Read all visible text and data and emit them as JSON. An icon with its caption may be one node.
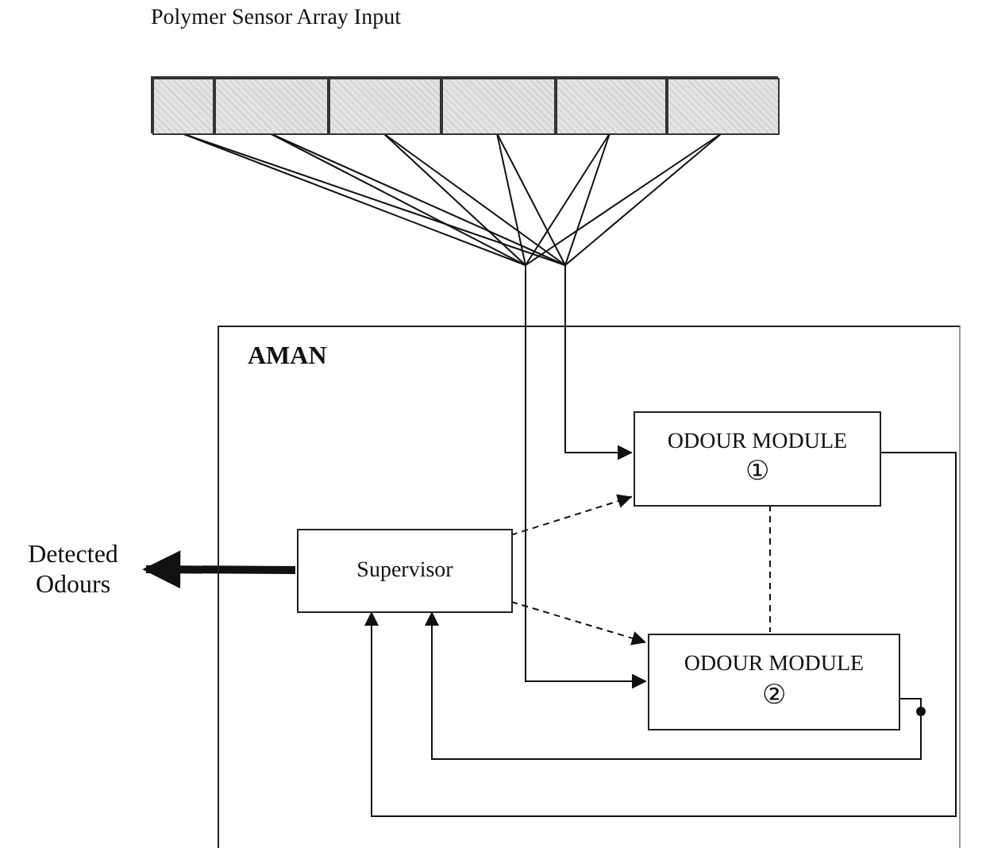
{
  "diagram": {
    "nodes": [
      {
        "text": [
          "Polymer Sensor Array Input"
        ]
      },
      {
        "text": [],
        "shape": "box",
        "in": 0
      },
      {
        "text": [],
        "shape": "box",
        "in": 0
      },
      {
        "text": [],
        "shape": "box",
        "in": 0
      },
      {
        "text": [],
        "shape": "box",
        "in": 0
      },
      {
        "text": [],
        "shape": "box",
        "in": 0
      },
      {
        "text": [],
        "shape": "box",
        "in": 0
      },
      {
        "text": [
          "AMAN"
        ]
      },
      {
        "text": [
          "Supervisor"
        ],
        "in": 7
      },
      {
        "text": [
          "ODOUR MODULE",
          "①"
        ],
        "in": 7
      },
      {
        "text": [
          "ODOUR MODULE",
          "②"
        ],
        "in": 7
      },
      {
        "text": [
          "Detected Odours"
        ]
      }
    ],
    "edges": [
      {
        "from": 1,
        "to": 9,
        "arrow": "to"
      },
      {
        "from": 1,
        "to": 10,
        "arrow": "to"
      },
      {
        "from": 2,
        "to": 9,
        "arrow": "to"
      },
      {
        "from": 2,
        "to": 10,
        "arrow": "to"
      },
      {
        "from": 3,
        "to": 9,
        "arrow": "to"
      },
      {
        "from": 3,
        "to": 10,
        "arrow": "to"
      },
      {
        "from": 4,
        "to": 9,
        "arrow": "to"
      },
      {
        "from": 4,
        "to": 10,
        "arrow": "to"
      },
      {
        "from": 5,
        "to": 9,
        "arrow": "to"
      },
      {
        "from": 5,
        "to": 10,
        "arrow": "to"
      },
      {
        "from": 6,
        "to": 9,
        "arrow": "to"
      },
      {
        "from": 6,
        "to": 10,
        "arrow": "to"
      },
      {
        "from": 8,
        "to": 11,
        "arrow": "to",
        "style": "thick"
      },
      {
        "from": 8,
        "to": 9,
        "arrow": "to",
        "style": "dashed"
      },
      {
        "from": 8,
        "to": 10,
        "arrow": "to",
        "style": "dashed"
      },
      {
        "from": 9,
        "to": 10,
        "arrow": "none",
        "style": "dashed"
      },
      {
        "from": 9,
        "to": 8,
        "arrow": "to"
      },
      {
        "from": 10,
        "to": 8,
        "arrow": "to"
      }
    ]
  }
}
